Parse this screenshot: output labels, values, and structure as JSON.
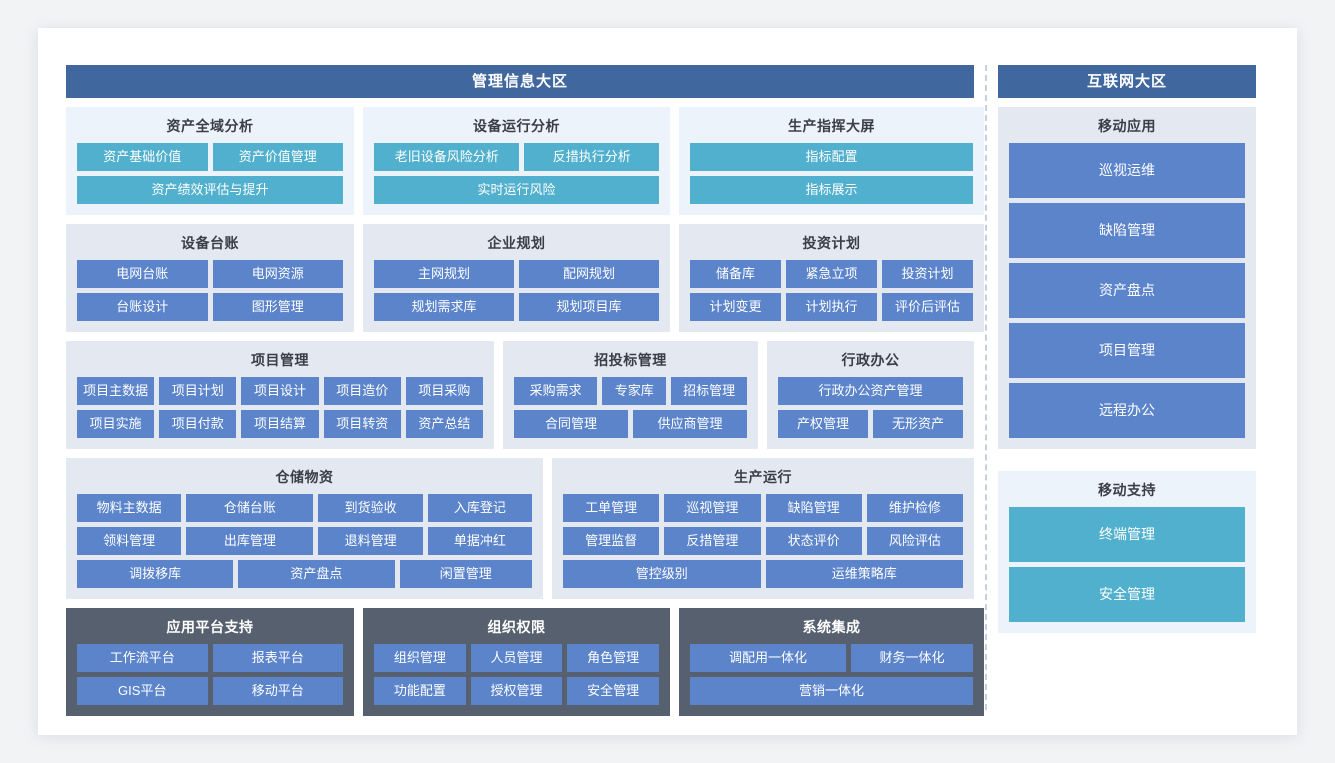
{
  "left_zone": {
    "title": "管理信息大区",
    "groups": [
      {
        "id": "row1",
        "cards": [
          {
            "name": "asset-global-analysis",
            "theme": "teal",
            "title": "资产全域分析",
            "rows": [
              [
                "资产基础价值",
                "资产价值管理"
              ],
              [
                "资产绩效评估与提升"
              ]
            ]
          },
          {
            "name": "equipment-operation-analysis",
            "theme": "teal",
            "title": "设备运行分析",
            "rows": [
              [
                "老旧设备风险分析",
                "反措执行分析"
              ],
              [
                "实时运行风险"
              ]
            ]
          },
          {
            "name": "production-command-screen",
            "theme": "teal",
            "title": "生产指挥大屏",
            "rows": [
              [
                "指标配置"
              ],
              [
                "指标展示"
              ]
            ]
          }
        ]
      },
      {
        "id": "row2",
        "cards": [
          {
            "name": "equipment-ledger",
            "theme": "blue",
            "title": "设备台账",
            "rows": [
              [
                "电网台账",
                "电网资源"
              ],
              [
                "台账设计",
                "图形管理"
              ]
            ]
          },
          {
            "name": "enterprise-planning",
            "theme": "blue",
            "title": "企业规划",
            "rows": [
              [
                "主网规划",
                "配网规划"
              ],
              [
                "规划需求库",
                "规划项目库"
              ]
            ]
          },
          {
            "name": "investment-plan",
            "theme": "blue",
            "title": "投资计划",
            "rows": [
              [
                "储备库",
                "紧急立项",
                "投资计划"
              ],
              [
                "计划变更",
                "计划执行",
                "评价后评估"
              ]
            ]
          }
        ]
      },
      {
        "id": "row3",
        "cards": [
          {
            "name": "project-management",
            "theme": "blue",
            "title": "项目管理",
            "rows": [
              [
                "项目主数据",
                "项目计划",
                "项目设计",
                "项目造价",
                "项目采购"
              ],
              [
                "项目实施",
                "项目付款",
                "项目结算",
                "项目转资",
                "资产总结"
              ]
            ]
          },
          {
            "name": "bidding-management",
            "theme": "blue",
            "title": "招投标管理",
            "rows": [
              [
                "采购需求",
                "专家库",
                "招标管理"
              ],
              [
                "合同管理",
                "供应商管理"
              ]
            ]
          },
          {
            "name": "administrative-office",
            "theme": "blue",
            "title": "行政办公",
            "rows": [
              [
                "行政办公资产管理"
              ],
              [
                "产权管理",
                "无形资产"
              ]
            ]
          }
        ]
      },
      {
        "id": "row4",
        "cards": [
          {
            "name": "warehouse-materials",
            "theme": "blue",
            "title": "仓储物资",
            "rows": [
              [
                "物料主数据",
                "仓储台账",
                "到货验收",
                "入库登记"
              ],
              [
                "领料管理",
                "出库管理",
                "退料管理",
                "单据冲红"
              ],
              [
                "调拨移库",
                "资产盘点",
                "闲置管理"
              ]
            ]
          },
          {
            "name": "production-operation",
            "theme": "blue",
            "title": "生产运行",
            "rows": [
              [
                "工单管理",
                "巡视管理",
                "缺陷管理",
                "维护检修"
              ],
              [
                "管理监督",
                "反措管理",
                "状态评价",
                "风险评估"
              ],
              [
                "管控级别",
                "运维策略库"
              ]
            ]
          }
        ]
      },
      {
        "id": "row5",
        "cards": [
          {
            "name": "application-platform-support",
            "theme": "dark",
            "title": "应用平台支持",
            "rows": [
              [
                "工作流平台",
                "报表平台"
              ],
              [
                "GIS平台",
                "移动平台"
              ]
            ]
          },
          {
            "name": "organization-permission",
            "theme": "dark",
            "title": "组织权限",
            "rows": [
              [
                "组织管理",
                "人员管理",
                "角色管理"
              ],
              [
                "功能配置",
                "授权管理",
                "安全管理"
              ]
            ]
          },
          {
            "name": "system-integration",
            "theme": "dark",
            "title": "系统集成",
            "rows": [
              [
                "调配用一体化",
                "财务一体化"
              ],
              [
                "营销一体化"
              ]
            ]
          }
        ]
      }
    ]
  },
  "right_zone": {
    "title": "互联网大区",
    "cards": [
      {
        "name": "mobile-application",
        "theme": "blue",
        "title": "移动应用",
        "tiles": [
          "巡视运维",
          "缺陷管理",
          "资产盘点",
          "项目管理",
          "远程办公"
        ]
      },
      {
        "name": "mobile-support",
        "theme": "teal",
        "title": "移动支持",
        "tiles": [
          "终端管理",
          "安全管理"
        ]
      }
    ]
  },
  "colors": {
    "zone_banner": "#41689e",
    "tile_teal": "#51b0cd",
    "tile_blue": "#5b84cb",
    "card_teal_bg": "#ecf3fa",
    "card_blue_bg": "#e4e9f1",
    "card_dark_bg": "#56606e",
    "divider": "#c3d0df",
    "page_bg": "#f2f3f5"
  }
}
